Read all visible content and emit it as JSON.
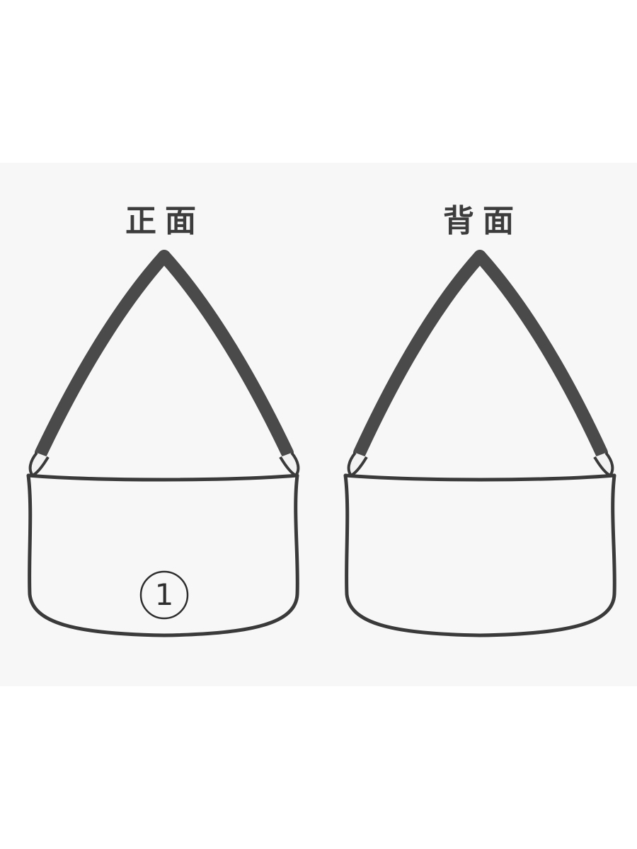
{
  "views": {
    "front": {
      "title": "正面",
      "marker": "1"
    },
    "back": {
      "title": "背面"
    }
  },
  "colors": {
    "background": "#ffffff",
    "panel": "#f7f7f7",
    "outline": "#3a3a3a",
    "strap": "#4a4a4a",
    "text": "#3c3c3c"
  }
}
